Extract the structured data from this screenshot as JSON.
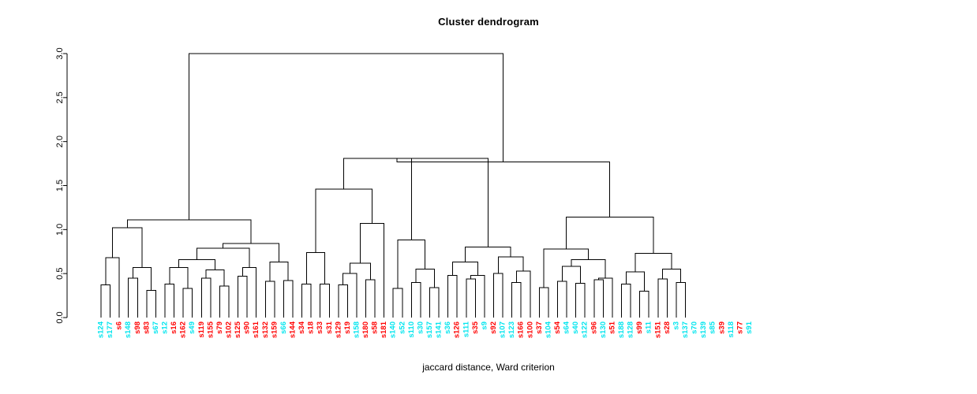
{
  "chart_data": {
    "type": "dendrogram",
    "title": "Cluster dendrogram",
    "xlabel": "jaccard distance, Ward criterion",
    "ylabel": "",
    "ylim": [
      0.0,
      3.0
    ],
    "yticks": [
      "0.0",
      "0.5",
      "1.0",
      "1.5",
      "2.0",
      "2.5",
      "3.0"
    ],
    "ytick_values": [
      0.0,
      0.5,
      1.0,
      1.5,
      2.0,
      2.5,
      3.0
    ],
    "grid": false,
    "legend": false,
    "label_colors": {
      "group_a": "#00e5ee",
      "group_b": "#ff0000"
    },
    "leaves": [
      {
        "label": "s124",
        "color": "#00e5ee"
      },
      {
        "label": "s177",
        "color": "#00e5ee"
      },
      {
        "label": "s6",
        "color": "#ff0000"
      },
      {
        "label": "s148",
        "color": "#00e5ee"
      },
      {
        "label": "s98",
        "color": "#ff0000"
      },
      {
        "label": "s83",
        "color": "#ff0000"
      },
      {
        "label": "s67",
        "color": "#00e5ee"
      },
      {
        "label": "s12",
        "color": "#00e5ee"
      },
      {
        "label": "s16",
        "color": "#ff0000"
      },
      {
        "label": "s162",
        "color": "#ff0000"
      },
      {
        "label": "s49",
        "color": "#00e5ee"
      },
      {
        "label": "s119",
        "color": "#ff0000"
      },
      {
        "label": "s155",
        "color": "#ff0000"
      },
      {
        "label": "s79",
        "color": "#ff0000"
      },
      {
        "label": "s102",
        "color": "#ff0000"
      },
      {
        "label": "s125",
        "color": "#ff0000"
      },
      {
        "label": "s90",
        "color": "#ff0000"
      },
      {
        "label": "s161",
        "color": "#ff0000"
      },
      {
        "label": "s132",
        "color": "#ff0000"
      },
      {
        "label": "s159",
        "color": "#ff0000"
      },
      {
        "label": "s66",
        "color": "#00e5ee"
      },
      {
        "label": "s144",
        "color": "#ff0000"
      },
      {
        "label": "s34",
        "color": "#ff0000"
      },
      {
        "label": "s18",
        "color": "#ff0000"
      },
      {
        "label": "s33",
        "color": "#ff0000"
      },
      {
        "label": "s31",
        "color": "#ff0000"
      },
      {
        "label": "s129",
        "color": "#ff0000"
      },
      {
        "label": "s19",
        "color": "#ff0000"
      },
      {
        "label": "s158",
        "color": "#00e5ee"
      },
      {
        "label": "s180",
        "color": "#ff0000"
      },
      {
        "label": "s58",
        "color": "#ff0000"
      },
      {
        "label": "s181",
        "color": "#ff0000"
      },
      {
        "label": "s140",
        "color": "#00e5ee"
      },
      {
        "label": "s52",
        "color": "#00e5ee"
      },
      {
        "label": "s110",
        "color": "#00e5ee"
      },
      {
        "label": "s30",
        "color": "#00e5ee"
      },
      {
        "label": "s157",
        "color": "#00e5ee"
      },
      {
        "label": "s141",
        "color": "#00e5ee"
      },
      {
        "label": "s36",
        "color": "#00e5ee"
      },
      {
        "label": "s126",
        "color": "#ff0000"
      },
      {
        "label": "s111",
        "color": "#00e5ee"
      },
      {
        "label": "s35",
        "color": "#ff0000"
      },
      {
        "label": "s9",
        "color": "#00e5ee"
      },
      {
        "label": "s92",
        "color": "#ff0000"
      },
      {
        "label": "s107",
        "color": "#00e5ee"
      },
      {
        "label": "s123",
        "color": "#00e5ee"
      },
      {
        "label": "s166",
        "color": "#ff0000"
      },
      {
        "label": "s100",
        "color": "#ff0000"
      },
      {
        "label": "s37",
        "color": "#ff0000"
      },
      {
        "label": "s104",
        "color": "#00e5ee"
      },
      {
        "label": "s54",
        "color": "#ff0000"
      },
      {
        "label": "s64",
        "color": "#00e5ee"
      },
      {
        "label": "s40",
        "color": "#00e5ee"
      },
      {
        "label": "s122",
        "color": "#00e5ee"
      },
      {
        "label": "s96",
        "color": "#ff0000"
      },
      {
        "label": "s130",
        "color": "#00e5ee"
      },
      {
        "label": "s51",
        "color": "#ff0000"
      },
      {
        "label": "s188",
        "color": "#00e5ee"
      },
      {
        "label": "s128",
        "color": "#00e5ee"
      },
      {
        "label": "s99",
        "color": "#ff0000"
      },
      {
        "label": "s11",
        "color": "#00e5ee"
      },
      {
        "label": "s151",
        "color": "#ff0000"
      },
      {
        "label": "s28",
        "color": "#ff0000"
      },
      {
        "label": "s3",
        "color": "#00e5ee"
      },
      {
        "label": "s137",
        "color": "#00e5ee"
      },
      {
        "label": "s70",
        "color": "#00e5ee"
      },
      {
        "label": "s139",
        "color": "#00e5ee"
      },
      {
        "label": "s85",
        "color": "#00e5ee"
      },
      {
        "label": "s39",
        "color": "#ff0000"
      },
      {
        "label": "s118",
        "color": "#00e5ee"
      },
      {
        "label": "s77",
        "color": "#ff0000"
      },
      {
        "label": "s91",
        "color": "#00e5ee"
      }
    ],
    "merges": [
      {
        "left": {
          "leaf": 0
        },
        "right": {
          "leaf": 1
        },
        "height": 0.37
      },
      {
        "left": {
          "node": 0
        },
        "right": {
          "leaf": 2
        },
        "height": 0.68
      },
      {
        "left": {
          "leaf": 3
        },
        "right": {
          "leaf": 4
        },
        "height": 0.45
      },
      {
        "left": {
          "leaf": 5
        },
        "right": {
          "leaf": 6
        },
        "height": 0.31
      },
      {
        "left": {
          "node": 2
        },
        "right": {
          "node": 3
        },
        "height": 0.57
      },
      {
        "left": {
          "node": 1
        },
        "right": {
          "node": 4
        },
        "height": 1.02
      },
      {
        "left": {
          "leaf": 7
        },
        "right": {
          "leaf": 8
        },
        "height": 0.38
      },
      {
        "left": {
          "leaf": 9
        },
        "right": {
          "leaf": 10
        },
        "height": 0.33
      },
      {
        "left": {
          "node": 6
        },
        "right": {
          "node": 7
        },
        "height": 0.57
      },
      {
        "left": {
          "leaf": 11
        },
        "right": {
          "leaf": 12
        },
        "height": 0.45
      },
      {
        "left": {
          "leaf": 13
        },
        "right": {
          "leaf": 14
        },
        "height": 0.36
      },
      {
        "left": {
          "node": 9
        },
        "right": {
          "node": 10
        },
        "height": 0.54
      },
      {
        "left": {
          "node": 8
        },
        "right": {
          "node": 11
        },
        "height": 0.66
      },
      {
        "left": {
          "leaf": 15
        },
        "right": {
          "leaf": 16
        },
        "height": 0.47
      },
      {
        "left": {
          "node": 13
        },
        "right": {
          "leaf": 17
        },
        "height": 0.57
      },
      {
        "left": {
          "node": 12
        },
        "right": {
          "node": 14
        },
        "height": 0.79
      },
      {
        "left": {
          "leaf": 18
        },
        "right": {
          "leaf": 19
        },
        "height": 0.41
      },
      {
        "left": {
          "leaf": 20
        },
        "right": {
          "leaf": 21
        },
        "height": 0.42
      },
      {
        "left": {
          "node": 16
        },
        "right": {
          "node": 17
        },
        "height": 0.63
      },
      {
        "left": {
          "node": 15
        },
        "right": {
          "node": 18
        },
        "height": 0.84
      },
      {
        "left": {
          "node": 5
        },
        "right": {
          "node": 19
        },
        "height": 1.11
      },
      {
        "left": {
          "leaf": 22
        },
        "right": {
          "leaf": 23
        },
        "height": 0.38
      },
      {
        "left": {
          "leaf": 24
        },
        "right": {
          "leaf": 25
        },
        "height": 0.38
      },
      {
        "left": {
          "node": 21
        },
        "right": {
          "node": 22
        },
        "height": 0.74
      },
      {
        "left": {
          "leaf": 26
        },
        "right": {
          "leaf": 27
        },
        "height": 0.37
      },
      {
        "left": {
          "node": 24
        },
        "right": {
          "leaf": 28
        },
        "height": 0.5
      },
      {
        "left": {
          "leaf": 29
        },
        "right": {
          "leaf": 30
        },
        "height": 0.43
      },
      {
        "left": {
          "node": 25
        },
        "right": {
          "node": 26
        },
        "height": 0.62
      },
      {
        "left": {
          "node": 27
        },
        "right": {
          "leaf": 31
        },
        "height": 1.07
      },
      {
        "left": {
          "node": 23
        },
        "right": {
          "node": 28
        },
        "height": 1.46
      },
      {
        "left": {
          "leaf": 32
        },
        "right": {
          "leaf": 33
        },
        "height": 0.33
      },
      {
        "left": {
          "leaf": 34
        },
        "right": {
          "leaf": 35
        },
        "height": 0.4
      },
      {
        "left": {
          "leaf": 36
        },
        "right": {
          "leaf": 37
        },
        "height": 0.34
      },
      {
        "left": {
          "node": 31
        },
        "right": {
          "node": 32
        },
        "height": 0.55
      },
      {
        "left": {
          "node": 30
        },
        "right": {
          "node": 33
        },
        "height": 0.88
      },
      {
        "left": {
          "leaf": 38
        },
        "right": {
          "leaf": 39
        },
        "height": 0.48
      },
      {
        "left": {
          "leaf": 40
        },
        "right": {
          "leaf": 41
        },
        "height": 0.44
      },
      {
        "left": {
          "node": 36
        },
        "right": {
          "leaf": 42
        },
        "height": 0.48
      },
      {
        "left": {
          "node": 35
        },
        "right": {
          "node": 37
        },
        "height": 0.63
      },
      {
        "left": {
          "leaf": 43
        },
        "right": {
          "leaf": 44
        },
        "height": 0.5
      },
      {
        "left": {
          "leaf": 45
        },
        "right": {
          "leaf": 46
        },
        "height": 0.4
      },
      {
        "left": {
          "node": 40
        },
        "right": {
          "leaf": 47
        },
        "height": 0.53
      },
      {
        "left": {
          "node": 39
        },
        "right": {
          "node": 41
        },
        "height": 0.69
      },
      {
        "left": {
          "node": 38
        },
        "right": {
          "node": 42
        },
        "height": 0.8
      },
      {
        "left": {
          "node": 34
        },
        "right": {
          "node": 43
        },
        "height": 1.81
      },
      {
        "left": {
          "node": 29
        },
        "right": {
          "node": 44
        },
        "height": 1.81
      },
      {
        "left": {
          "leaf": 48
        },
        "right": {
          "leaf": 49
        },
        "height": 0.34
      },
      {
        "left": {
          "leaf": 50
        },
        "right": {
          "leaf": 51
        },
        "height": 0.41
      },
      {
        "left": {
          "leaf": 52
        },
        "right": {
          "leaf": 53
        },
        "height": 0.39
      },
      {
        "left": {
          "node": 47
        },
        "right": {
          "node": 48
        },
        "height": 0.58
      },
      {
        "left": {
          "leaf": 54
        },
        "right": {
          "leaf": 55
        },
        "height": 0.43
      },
      {
        "left": {
          "node": 50
        },
        "right": {
          "leaf": 56
        },
        "height": 0.45
      },
      {
        "left": {
          "node": 49
        },
        "right": {
          "node": 51
        },
        "height": 0.66
      },
      {
        "left": {
          "node": 46
        },
        "right": {
          "node": 52
        },
        "height": 0.78
      },
      {
        "left": {
          "leaf": 57
        },
        "right": {
          "leaf": 58
        },
        "height": 0.38
      },
      {
        "left": {
          "leaf": 59
        },
        "right": {
          "leaf": 60
        },
        "height": 0.3
      },
      {
        "left": {
          "node": 54
        },
        "right": {
          "node": 55
        },
        "height": 0.52
      },
      {
        "left": {
          "leaf": 61
        },
        "right": {
          "leaf": 62
        },
        "height": 0.44
      },
      {
        "left": {
          "leaf": 63
        },
        "right": {
          "leaf": 64
        },
        "height": 0.4
      },
      {
        "left": {
          "node": 57
        },
        "right": {
          "node": 58
        },
        "height": 0.55
      },
      {
        "left": {
          "node": 56
        },
        "right": {
          "node": 59
        },
        "height": 0.73
      },
      {
        "left": {
          "node": 53
        },
        "right": {
          "node": 60
        },
        "height": 1.14
      },
      {
        "left": {
          "node": 45
        },
        "right": {
          "node": 61
        },
        "height": 1.77
      },
      {
        "left": {
          "node": 20
        },
        "right": {
          "node": 62
        },
        "height": 3.0
      }
    ]
  }
}
